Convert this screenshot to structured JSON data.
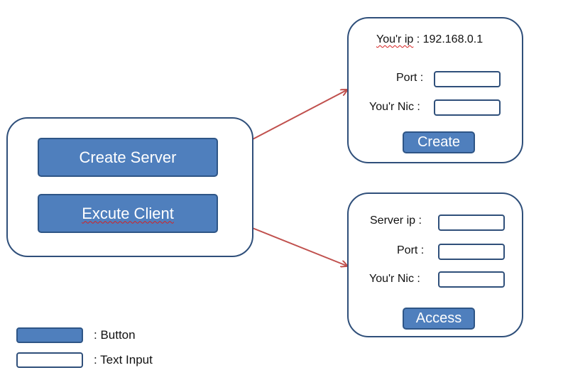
{
  "main_panel": {
    "create_server_label": "Create Server",
    "excute_client_label": "Excute Client"
  },
  "server_panel": {
    "ip_label": "You'r ip",
    "ip_colon": " : ",
    "ip_value": "192.168.0.1",
    "port_label": "Port :",
    "nic_label": "You'r Nic :",
    "create_label": "Create"
  },
  "client_panel": {
    "server_ip_label": "Server ip :",
    "port_label": "Port :",
    "nic_label": "You'r Nic :",
    "access_label": "Access"
  },
  "legend": {
    "button_label": ": Button",
    "text_input_label": ": Text Input"
  },
  "colors": {
    "button_fill": "#4f7fbd",
    "border": "#2f4f7a",
    "arrow": "#c0504d"
  }
}
